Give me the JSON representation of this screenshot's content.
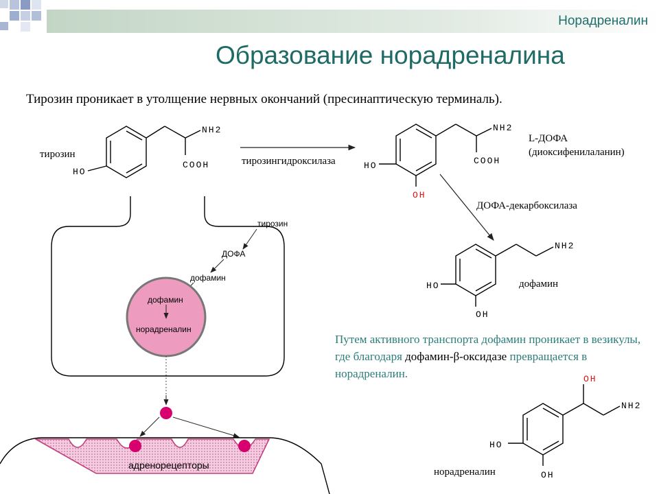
{
  "slide": {
    "section_tag": "Норадреналин",
    "title": "Образование норадреналина",
    "intro": "Тирозин проникает в утолщение нервных окончаний (пресинаптическую терминаль)."
  },
  "molecules": {
    "tyrosine": {
      "name": "тирозин",
      "nh2": "NH2",
      "cooh": "COOH",
      "ho": "HO"
    },
    "ldopa": {
      "name": "L-ДОФА",
      "full": "(диоксифенилаланин)",
      "nh2": "NH2",
      "cooh": "COOH",
      "ho": "HO",
      "oh": "OH"
    },
    "dopamine": {
      "name": "дофамин",
      "nh2": "NH2",
      "ho": "HO",
      "oh": "OH"
    },
    "noradrenaline": {
      "name": "норадреналин",
      "nh2": "NH2",
      "ho": "HO",
      "oh": "OH",
      "oh_top": "OH"
    }
  },
  "enzymes": {
    "tyrosine_hydroxylase": "тирозингидроксилаза",
    "dopa_decarboxylase": "ДОФА-декарбоксилаза"
  },
  "synapse": {
    "tyrosine": "тирозин",
    "dopa": "ДОФА",
    "dopamine": "дофамин",
    "vesicle_dopamine": "дофамин",
    "vesicle_noradrenaline": "норадреналин",
    "receptors": "адренорецепторы"
  },
  "note": {
    "part1": "Путем активного транспорта дофамин проникает в везикулы, где благодаря ",
    "part2": "дофамин-β-оксидазе",
    "part3": " превращается в норадреналин."
  },
  "colors": {
    "title": "#1e6b66",
    "note": "#2a7d78",
    "vesicle_fill": "#ee9bc0",
    "vesicle_stroke": "#777777",
    "dot": "#d6006f",
    "cleft_fill": "#f2c4dc",
    "hydroxyl_red": "#dd1111"
  }
}
